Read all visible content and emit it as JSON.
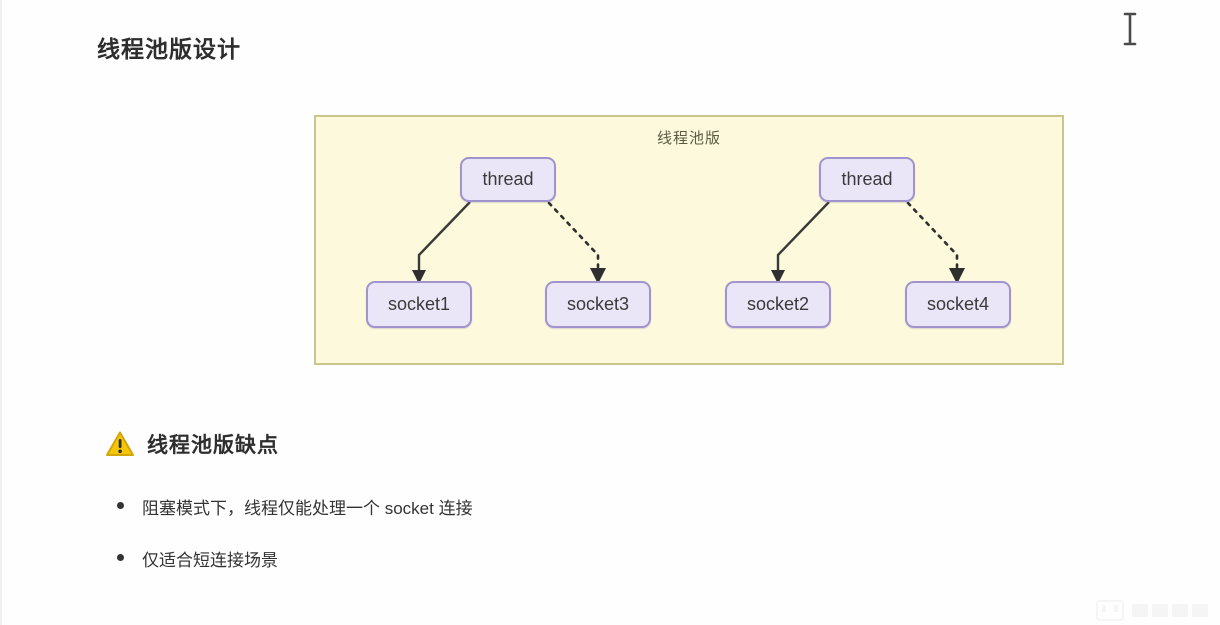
{
  "page": {
    "title": "线程池版设计"
  },
  "diagram": {
    "label": "线程池版",
    "thread_label": "thread",
    "sockets": {
      "s1": "socket1",
      "s2": "socket2",
      "s3": "socket3",
      "s4": "socket4"
    },
    "edges": [
      {
        "from": "thread-1",
        "to": "socket1",
        "style": "solid"
      },
      {
        "from": "thread-1",
        "to": "socket3",
        "style": "dashed"
      },
      {
        "from": "thread-2",
        "to": "socket2",
        "style": "solid"
      },
      {
        "from": "thread-2",
        "to": "socket4",
        "style": "dashed"
      }
    ],
    "colors": {
      "box_fill": "#fcf9dc",
      "box_border": "#c9c58e",
      "node_fill": "#eae6f8",
      "node_border": "#a193ce",
      "arrow": "#3a3a3a"
    }
  },
  "warning": {
    "heading": "线程池版缺点",
    "icon_color": "#f6c60a"
  },
  "bullets": {
    "items": [
      "阻塞模式下，线程仅能处理一个 socket 连接",
      "仅适合短连接场景"
    ]
  }
}
